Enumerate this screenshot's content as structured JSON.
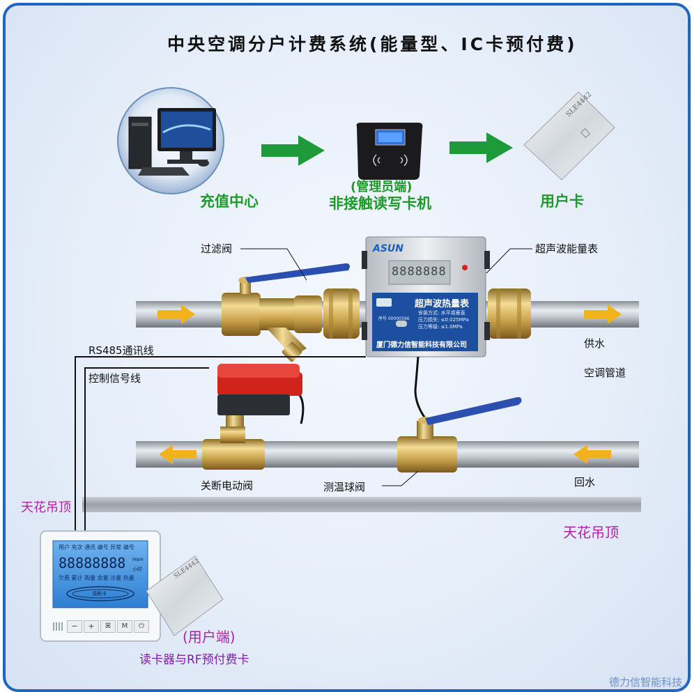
{
  "title": "中央空调分户计费系统(能量型、IC卡预付费)",
  "top_row": {
    "recharge_center": "充值中心",
    "admin_paren": "(管理员端)",
    "card_machine": "非接触读写卡机",
    "user_card": "用户卡",
    "card_code": "SLE4442"
  },
  "labels": {
    "filter_valve": "过滤阀",
    "ultrasonic_meter": "超声波能量表",
    "supply_water": "供水",
    "ac_pipe": "空调管道",
    "rs485_line": "RS485通讯线",
    "control_line": "控制信号线",
    "shutoff_valve": "关断电动阀",
    "temp_ball_valve": "测温球阀",
    "return_water": "回水",
    "ceiling_left": "天花吊顶",
    "ceiling_right": "天花吊顶",
    "user_end": "(用户端)",
    "reader_desc": "读卡器与RF预付费卡"
  },
  "meter": {
    "brand": "ASUN",
    "digits": "8888888",
    "panel_title": "超声波热量表",
    "spec1": "安装方式: 水平或垂直",
    "spec2": "压力损失: ≤0.025MPa",
    "spec3": "压力等级: ≤1.0MPa",
    "company": "厦门德力信智能科技有限公司",
    "serial_label": "序号 00000596"
  },
  "thermostat": {
    "top_labels": "用户 充次 通讯 编号 异常 编号",
    "digits": "88888888",
    "unit1": "MWH",
    "unit2": "小时",
    "bottom_labels": "欠费 累计 购量 余量 冷量 热量",
    "swipe": "请刷卡",
    "btn_minus": "−",
    "btn_plus": "+",
    "btn_fan": "ꕤ",
    "btn_mode": "M",
    "btn_power": "⏻"
  },
  "watermark": "德力信智能科技",
  "colors": {
    "frame": "#1f66c2",
    "green_text": "#1e9a2a",
    "purple_text": "#b01fa8",
    "arrow_green": "#1f9a3a",
    "flow_arrow": "#f2b21c",
    "meter_panel": "#1c4fa0",
    "valve_handle": "#2a4fae",
    "actuator": "#d0231c",
    "brass": "#c9a04a"
  }
}
